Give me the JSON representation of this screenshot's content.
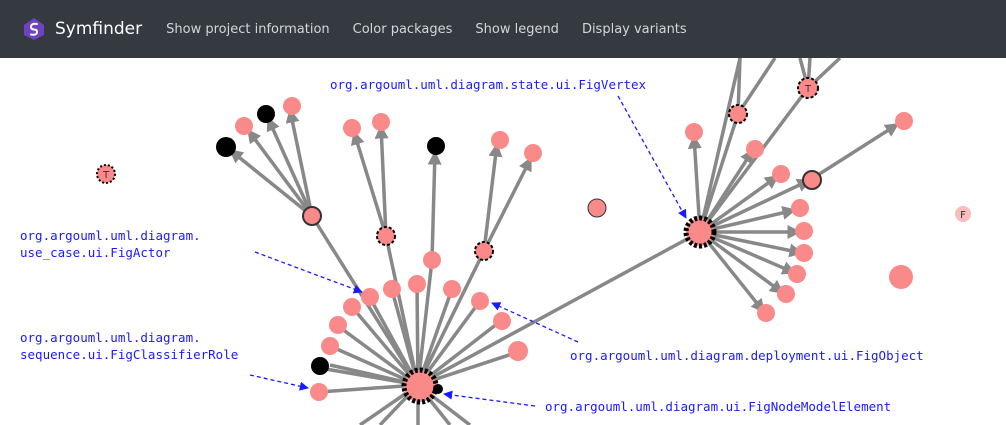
{
  "navbar": {
    "brand": "Symfinder",
    "links": [
      "Show project information",
      "Color packages",
      "Show legend",
      "Display variants"
    ]
  },
  "colors": {
    "navbar_bg": "#343a40",
    "node": "#fa8a8a",
    "node_black": "#000000",
    "edge": "#888888",
    "annotation": "#1a1aff"
  },
  "annotations": {
    "fig_vertex": "org.argouml.uml.diagram.state.ui.FigVertex",
    "fig_actor_line1": "org.argouml.uml.diagram.",
    "fig_actor_line2": "use_case.ui.FigActor",
    "fig_classifier_line1": "org.argouml.uml.diagram.",
    "fig_classifier_line2": "sequence.ui.FigClassifierRole",
    "fig_object": "org.argouml.uml.diagram.deployment.ui.FigObject",
    "fig_node_model": "org.argouml.uml.diagram.ui.FigNodeModelElement"
  },
  "node_labels": {
    "t_left": "T",
    "t_top": "T",
    "f_right": "F"
  }
}
